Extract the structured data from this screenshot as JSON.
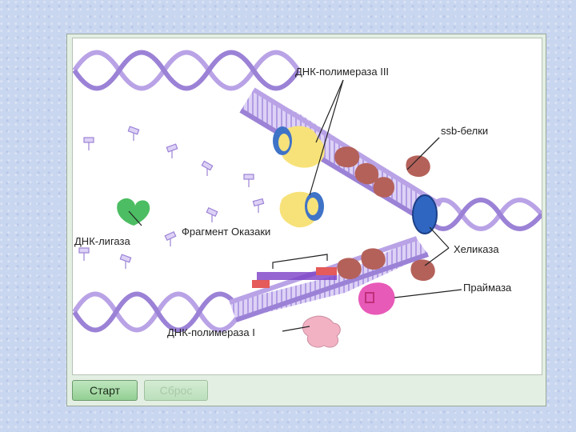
{
  "labels": {
    "pol3": "ДНК-полимераза III",
    "ssb": "ssb-белки",
    "ligase": "ДНК-лигаза",
    "okazaki": "Фрагмент Оказаки",
    "helicase": "Хеликаза",
    "primase": "Праймаза",
    "pol1": "ДНК-полимераза I"
  },
  "buttons": {
    "start": "Старт",
    "reset": "Сброс"
  },
  "colors": {
    "dna": "#b9a3e6",
    "dna_dark": "#9b82d6",
    "polymerase": "#f7e27a",
    "polymerase_cap": "#3f73c7",
    "ssb": "#b4615a",
    "helicase": "#2f66c2",
    "primase": "#e85ab8",
    "ligase": "#4cbd62",
    "pol1": "#f2b2c4",
    "primer": "#e55a5a"
  }
}
